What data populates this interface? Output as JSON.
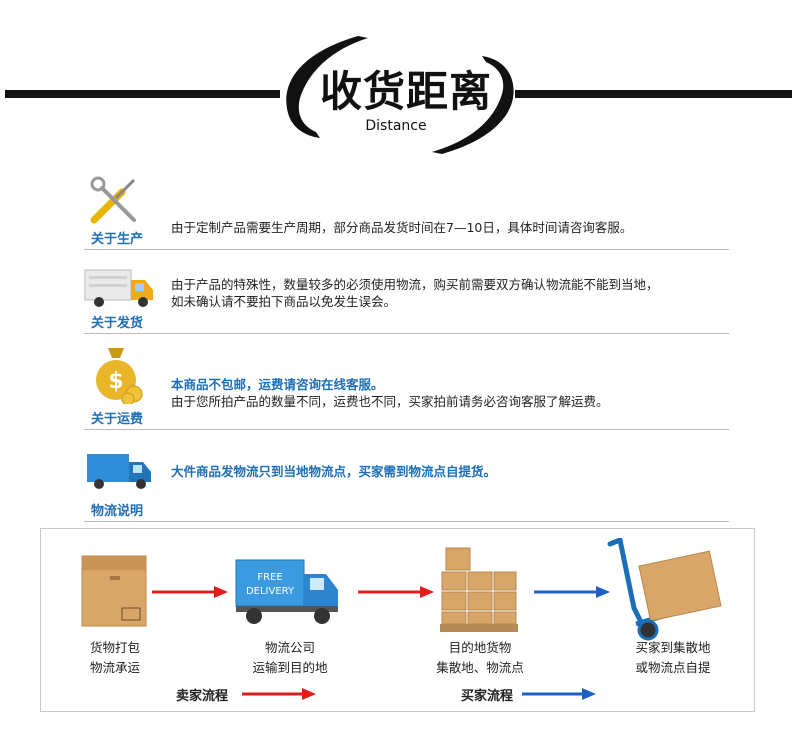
{
  "header": {
    "title": "收货距离",
    "subtitle": "Distance"
  },
  "sections": [
    {
      "label": "关于生产",
      "icon": "tools-icon",
      "lines": [
        "由于定制产品需要生产周期，部分商品发货时间在7—10日，具体时间请咨询客服。"
      ]
    },
    {
      "label": "关于发货",
      "icon": "delivery-truck-icon",
      "lines": [
        "由于产品的特殊性，数量较多的必须使用物流，购买前需要双方确认物流能不能到当地，",
        "如未确认请不要拍下商品以免发生误会。"
      ]
    },
    {
      "label": "关于运费",
      "icon": "money-bag-icon",
      "highlight": "本商品不包邮，运费请咨询在线客服。",
      "lines": [
        "由于您所拍产品的数量不同，运费也不同，买家拍前请务必咨询客服了解运费。"
      ]
    },
    {
      "label": "物流说明",
      "icon": "blue-truck-icon",
      "highlight": "大件商品发物流只到当地物流点，买家需到物流点自提货。"
    }
  ],
  "flow": {
    "steps": [
      {
        "line1": "货物打包",
        "line2": "物流承运"
      },
      {
        "line1": "物流公司",
        "line2": "运输到目的地"
      },
      {
        "line1": "目的地货物",
        "line2": "集散地、物流点"
      },
      {
        "line1": "买家到集散地",
        "line2": "或物流点自提"
      }
    ],
    "truck_text_1": "FREE",
    "truck_text_2": "DELIVERY",
    "seller_label": "卖家流程",
    "buyer_label": "买家流程",
    "colors": {
      "seller": "#e21b1b",
      "buyer": "#1d5fc2"
    }
  }
}
